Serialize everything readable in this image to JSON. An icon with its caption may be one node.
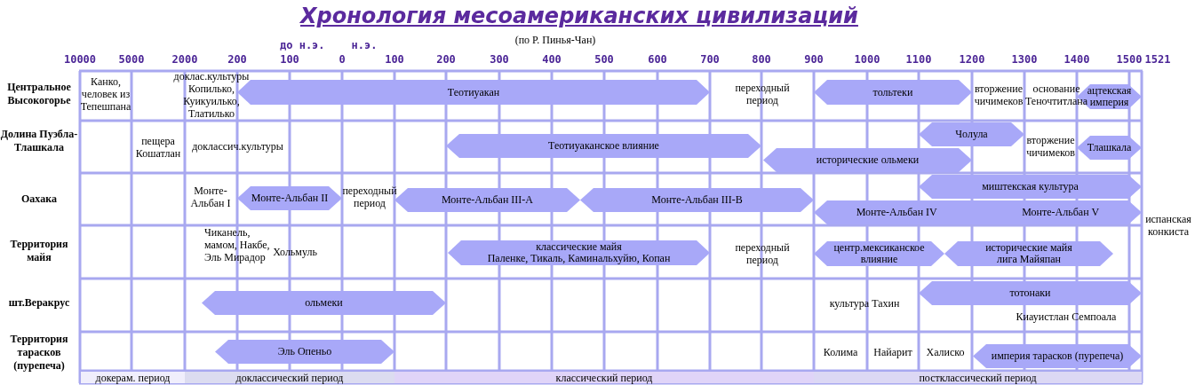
{
  "diagram": {
    "title": "Хронология месоамериканских цивилизаций",
    "nodes": [
      {
        "text": [
          "Теотиуакан"
        ]
      },
      {
        "text": [
          "тольтеки"
        ]
      },
      {
        "text": [
          "ацтекская империя"
        ]
      },
      {
        "text": [
          "Теотиуаканское влияние"
        ]
      },
      {
        "text": [
          "Чолула"
        ]
      },
      {
        "text": [
          "исторические ольмеки"
        ]
      },
      {
        "text": [
          "Тлашкала"
        ]
      },
      {
        "text": [
          "Монте-Альбан II"
        ]
      },
      {
        "text": [
          "Монте-Альбан III-A"
        ]
      },
      {
        "text": [
          "Монте-Альбан III-B"
        ]
      },
      {
        "text": [
          "миштекская культура"
        ]
      },
      {
        "text": [
          "Монте-Альбан IV",
          "Монте-Альбан V"
        ]
      },
      {
        "text": [
          "классические майя",
          "Паленке, Тикаль, Каминальхуйю, Копан"
        ]
      },
      {
        "text": [
          "центр.мексиканское влияние"
        ]
      },
      {
        "text": [
          "исторические майя",
          "лига Майяпан"
        ]
      },
      {
        "text": [
          "ольмеки"
        ]
      },
      {
        "text": [
          "тотонаки"
        ]
      },
      {
        "text": [
          "Эль Опеньо"
        ]
      },
      {
        "text": [
          "империя тарасков (пурепеча)"
        ]
      },
      {
        "text": [
          "докерам. период"
        ]
      },
      {
        "text": [
          "доклассический период"
        ]
      },
      {
        "text": [
          "классический период"
        ]
      },
      {
        "text": [
          "постклассический период"
        ]
      }
    ],
    "labels": [
      "(по Р. Пинья-Чан)",
      "до н.э.",
      "н.э.",
      "10000",
      "5000",
      "2000",
      "200",
      "100",
      "0",
      "100",
      "200",
      "300",
      "400",
      "500",
      "600",
      "700",
      "800",
      "900",
      "1000",
      "1100",
      "1200",
      "1300",
      "1400",
      "1500",
      "1521",
      "Центральное Высокогорье",
      "Канко, человек из Тепешпана",
      "доклас.культуры Копилько, Куикуилько, Тлатилько",
      "переходный период",
      "вторжение чичимеков",
      "основание Теночтитлана",
      "Долина Пуэбла-Тлашкала",
      "пещера Кошатлан",
      "доклассич.культуры",
      "вторжение чичимеков",
      "Оахака",
      "Монте-Альбан I",
      "переходный период",
      "Территория майя",
      "Чиканель, мамом, Накбе, Эль Мирадор",
      "Хольмуль",
      "переходный период",
      "испанская конкиста",
      "шт.Веракрус",
      "культура Тахин",
      "Киауистлан Семпоала",
      "Территория тарасков (пурепеча)",
      "Колима",
      "Найарит",
      "Халиско"
    ]
  }
}
